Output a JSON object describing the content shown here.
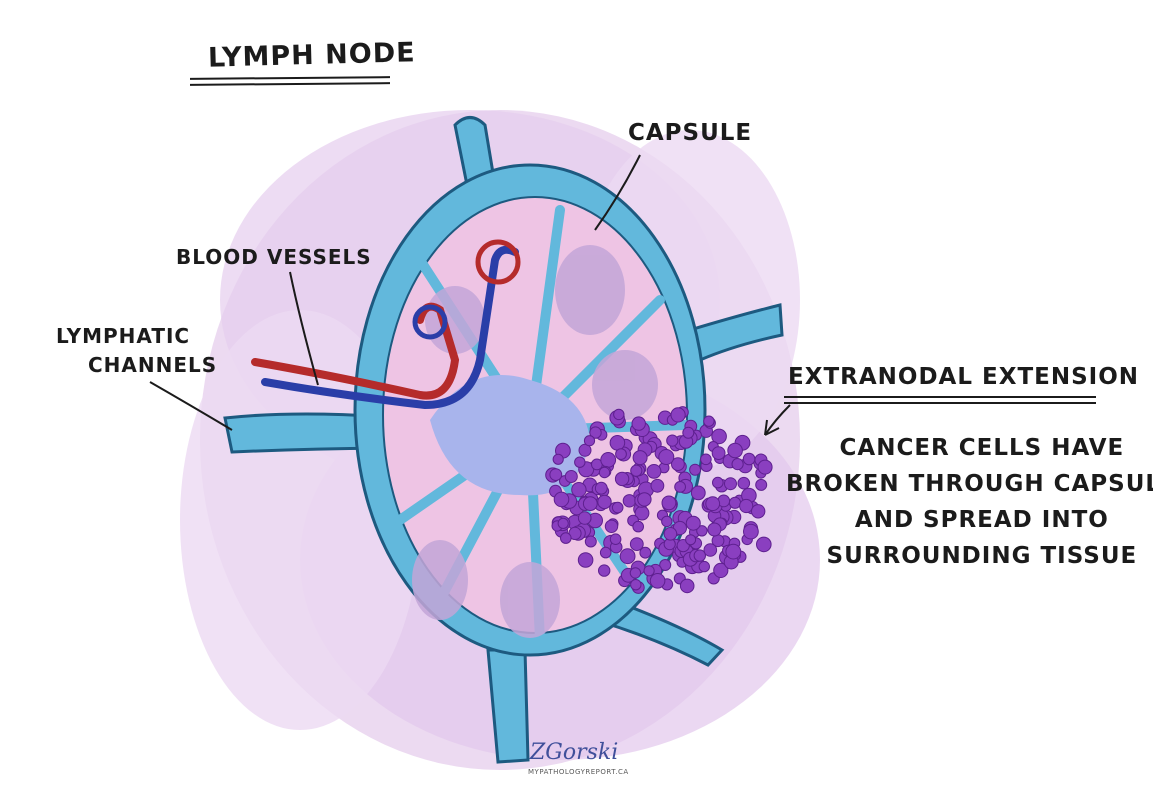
{
  "labels": {
    "title": "LYMPH NODE",
    "capsule": "CAPSULE",
    "blood_vessels": "BLOOD VESSELS",
    "lymphatic_line1": "LYMPHATIC",
    "lymphatic_line2": "CHANNELS",
    "extranodal": "EXTRANODAL EXTENSION",
    "description_lines": [
      "CANCER CELLS HAVE",
      "BROKEN THROUGH CAPSULE",
      "AND SPREAD INTO",
      "SURROUNDING TISSUE"
    ],
    "signature": "ZGorski",
    "website": "MYPATHOLOGYREPORT.CA"
  },
  "colors": {
    "background_wash": "#e3c8ec",
    "capsule_blue": "#62b8dc",
    "capsule_outline": "#1d5a80",
    "cortex_pink": "#eec4e4",
    "medulla_lavender": "#a8b4ec",
    "follicle_mauve": "#c3a6d8",
    "artery_red": "#b52b2b",
    "vein_blue": "#2a3ea8",
    "cancer_cell": "#8a3fc0",
    "cancer_cell_dark": "#5e208f",
    "ink": "#1b1b1b"
  }
}
